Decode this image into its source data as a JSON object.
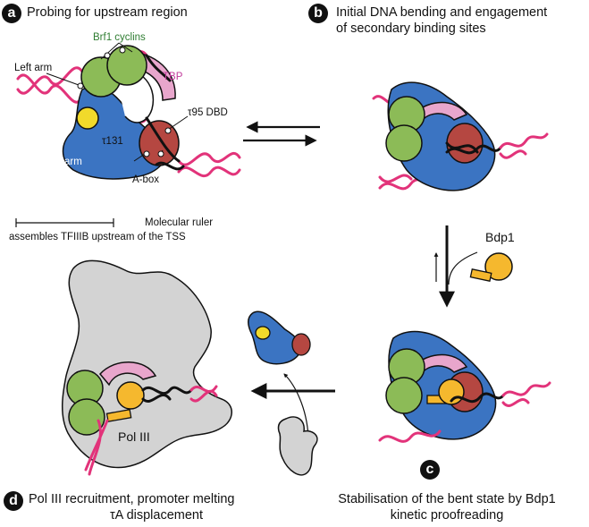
{
  "panels": {
    "a": {
      "letter": "a",
      "title": "Probing for upstream region"
    },
    "b": {
      "letter": "b",
      "title_line1": "Initial DNA bending and engagement",
      "title_line2": "of secondary binding sites"
    },
    "c": {
      "letter": "c",
      "title_line1": "Stabilisation of the bent state by Bdp1",
      "title_line2": "kinetic proofreading"
    },
    "d": {
      "letter": "d",
      "title_line1": "Pol III recruitment, promoter melting",
      "title_line2": "τA displacement"
    }
  },
  "labels": {
    "brf1": "Brf1 cyclins",
    "tbp": "TBP",
    "left_arm": "Left arm",
    "tau95": "τ95 DBD",
    "tau131": "τ131",
    "right_arm": "Right arm",
    "abox": "A-box",
    "ruler_line1": "Molecular ruler",
    "ruler_line2": "assembles TFIIIB upstream of the TSS",
    "bdp1": "Bdp1",
    "pol3": "Pol III"
  },
  "colors": {
    "dna": "#e2337a",
    "tau_blue": "#3b74c2",
    "brf1_green": "#8cbb57",
    "tbp_pink": "#e8a6cc",
    "tau95_red": "#b54741",
    "bdp1_yellow": "#f5b82e",
    "yellow_small": "#f1da2b",
    "pol3_gray": "#d3d3d3",
    "brf1_text": "#2f7d32",
    "tbp_text": "#c0399a"
  }
}
